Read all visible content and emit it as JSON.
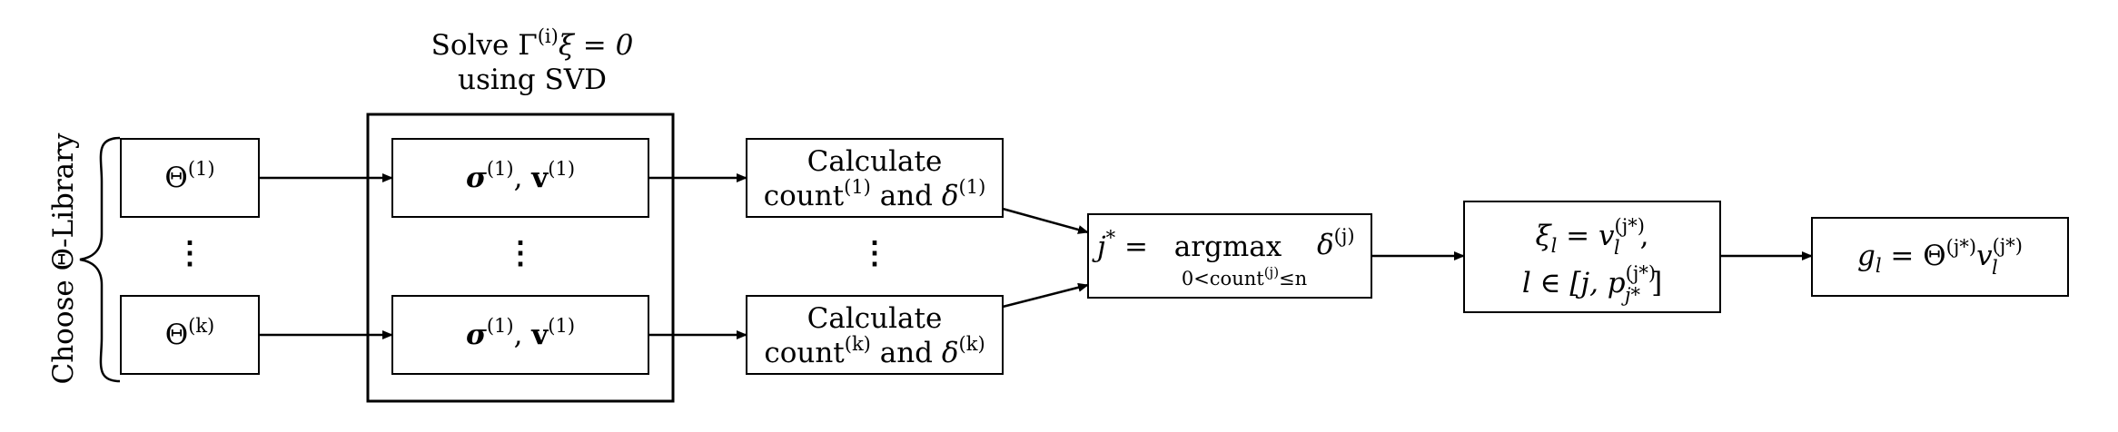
{
  "diagram": {
    "stage_label": "Choose Θ-Library",
    "svd_title": {
      "line1": "Solve Γ",
      "line1_sup": "(i)",
      "line1_tail": "ξ = 0",
      "line2": "using SVD"
    },
    "theta_1": {
      "base": "Θ",
      "sup": "(1)"
    },
    "theta_k": {
      "base": "Θ",
      "sup": "(k)"
    },
    "svd_1": {
      "sigma": "σ",
      "sigma_sup": "(1)",
      "sep": ", ",
      "v": "v",
      "v_sup": "(1)"
    },
    "svd_k": {
      "sigma": "σ",
      "sigma_sup": "(1)",
      "sep": ", ",
      "v": "v",
      "v_sup": "(1)"
    },
    "calc_1": {
      "line1": "Calculate",
      "count": "count",
      "count_sup": "(1)",
      "and": " and ",
      "delta": "δ",
      "delta_sup": "(1)"
    },
    "calc_k": {
      "line1": "Calculate",
      "count": "count",
      "count_sup": "(k)",
      "and": " and ",
      "delta": "δ",
      "delta_sup": "(k)"
    },
    "argmax": {
      "lhs": "j",
      "lhs_sup": "*",
      "eq": " = ",
      "op": "argmax",
      "delta": "δ",
      "delta_sup": "(j)",
      "sub_pre": "0<count",
      "sub_sup": "(j)",
      "sub_post": "≤n"
    },
    "xi": {
      "line1_lhs": "ξ",
      "line1_lhs_sub": "l",
      "line1_eq": " = ",
      "line1_rhs": "v",
      "line1_rhs_sup": "(j*)",
      "line1_rhs_sub": "l",
      "line1_tail": ",",
      "line2_pre": "l ∈ [j, p",
      "line2_sup": "(j*)",
      "line2_sub": "j*",
      "line2_post": "]"
    },
    "g": {
      "lhs": "g",
      "lhs_sub": "l",
      "eq": " = Θ",
      "theta_sup": "(j*)",
      "v": "v",
      "v_sup": "(j*)",
      "v_sub": "l"
    },
    "ellipsis": "⋮"
  }
}
